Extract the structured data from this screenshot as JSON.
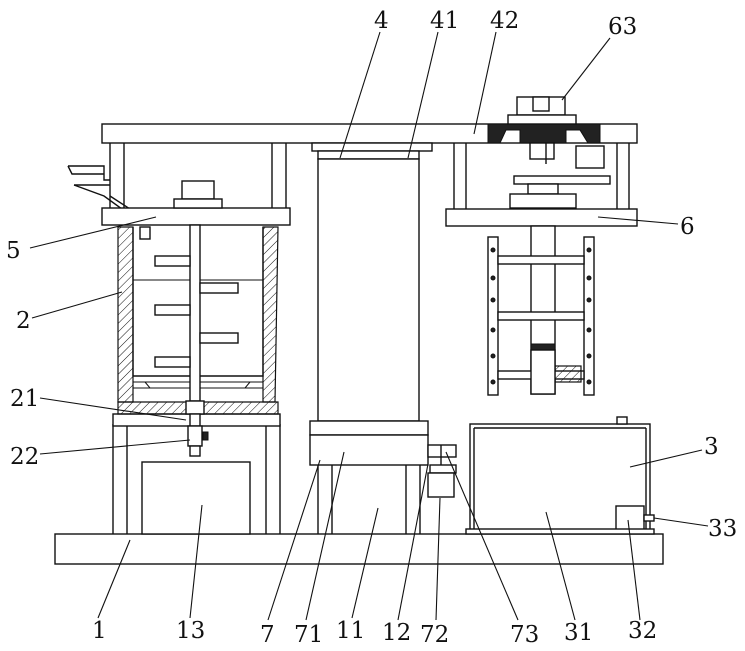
{
  "labels": {
    "l1": "1",
    "l13": "13",
    "l7": "7",
    "l71": "71",
    "l11": "11",
    "l12": "12",
    "l72": "72",
    "l73": "73",
    "l31": "31",
    "l32": "32",
    "l33": "33",
    "l3": "3",
    "l6": "6",
    "l63": "63",
    "l42": "42",
    "l41": "41",
    "l4": "4",
    "l5": "5",
    "l2": "2",
    "l21": "21",
    "l22": "22"
  },
  "colors": {
    "line": "#111111",
    "background": "#ffffff"
  }
}
